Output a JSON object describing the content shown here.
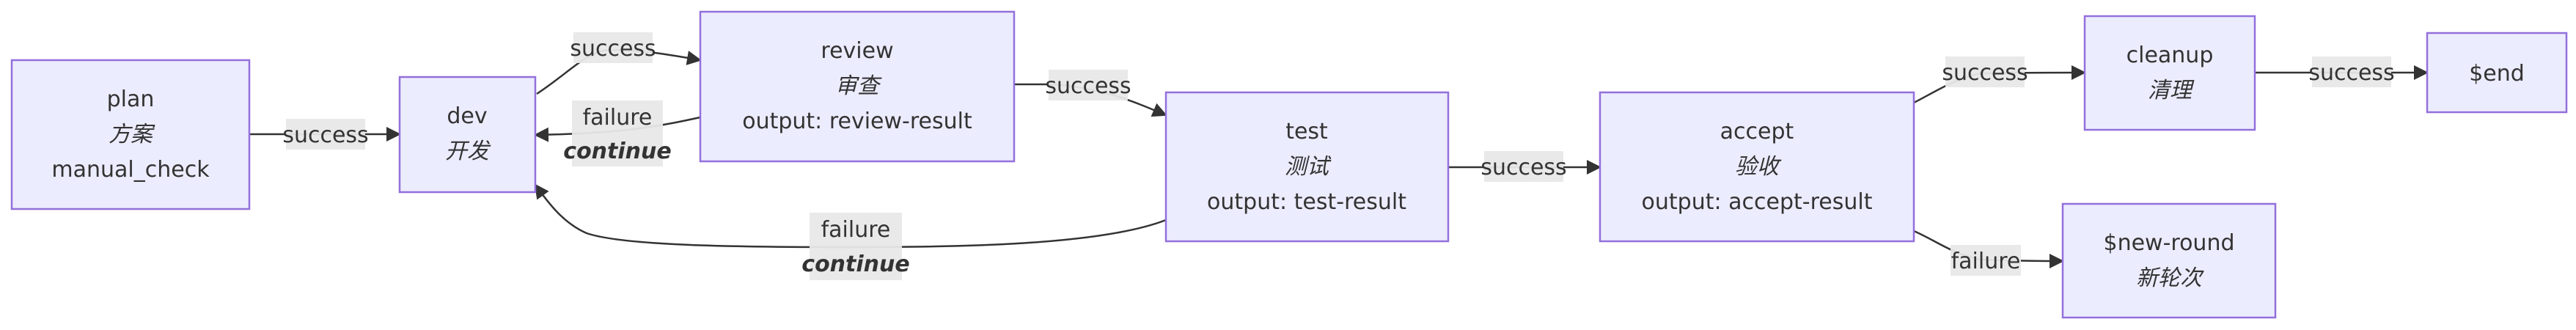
{
  "nodes": {
    "plan": {
      "lines": [
        "plan",
        "方案",
        "manual_check"
      ]
    },
    "dev": {
      "lines": [
        "dev",
        "开发"
      ]
    },
    "review": {
      "lines": [
        "review",
        "审查",
        "output: review-result"
      ]
    },
    "test": {
      "lines": [
        "test",
        "测试",
        "output: test-result"
      ]
    },
    "accept": {
      "lines": [
        "accept",
        "验收",
        "output: accept-result"
      ]
    },
    "cleanup": {
      "lines": [
        "cleanup",
        "清理"
      ]
    },
    "end": {
      "lines": [
        "$end"
      ]
    },
    "newround": {
      "lines": [
        "$new-round",
        "新轮次"
      ]
    }
  },
  "edges": {
    "plan_dev": {
      "label": "success"
    },
    "dev_review": {
      "label": "success"
    },
    "review_dev": {
      "label": "failure",
      "sublabel": "continue"
    },
    "review_test": {
      "label": "success"
    },
    "test_dev": {
      "label": "failure",
      "sublabel": "continue"
    },
    "test_accept": {
      "label": "success"
    },
    "accept_cleanup": {
      "label": "success"
    },
    "accept_newround": {
      "label": "failure"
    },
    "cleanup_end": {
      "label": "success"
    }
  },
  "colors": {
    "node_fill": "#ECECFF",
    "node_stroke": "#9370DB",
    "edge": "#333333",
    "label_bg": "#E8E8E8",
    "text": "#333333"
  }
}
